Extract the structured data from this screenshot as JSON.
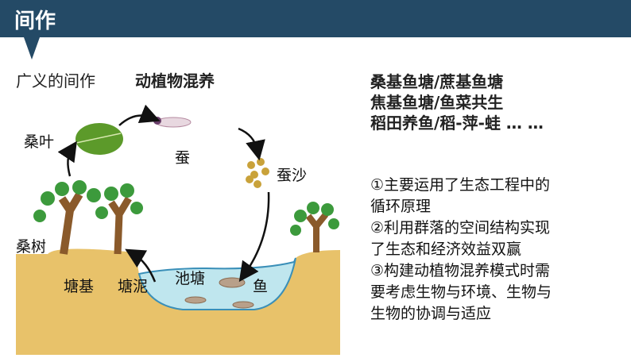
{
  "header": {
    "title": "间作"
  },
  "left": {
    "subtitle": "广义的间作",
    "subtitle_bold": "动植物混养"
  },
  "diagram": {
    "labels": {
      "mulberry_leaf": "桑叶",
      "silkworm": "蚕",
      "silkworm_droppings": "蚕沙",
      "mulberry_tree": "桑树",
      "dike": "塘基",
      "pond_mud": "塘泥",
      "pond": "池塘",
      "fish": "鱼"
    }
  },
  "right": {
    "examples": [
      "桑基鱼塘/蔗基鱼塘",
      "焦基鱼塘/鱼菜共生",
      "稻田养鱼/稻-萍-蛙 … …"
    ],
    "principles": [
      "①主要运用了生态工程中的",
      "循环原理",
      "②利用群落的空间结构实现",
      "了生态和经济效益双赢",
      "③构建动植物混养模式时需",
      "要考虑生物与环境、生物与",
      "生物的协调与适应"
    ]
  }
}
